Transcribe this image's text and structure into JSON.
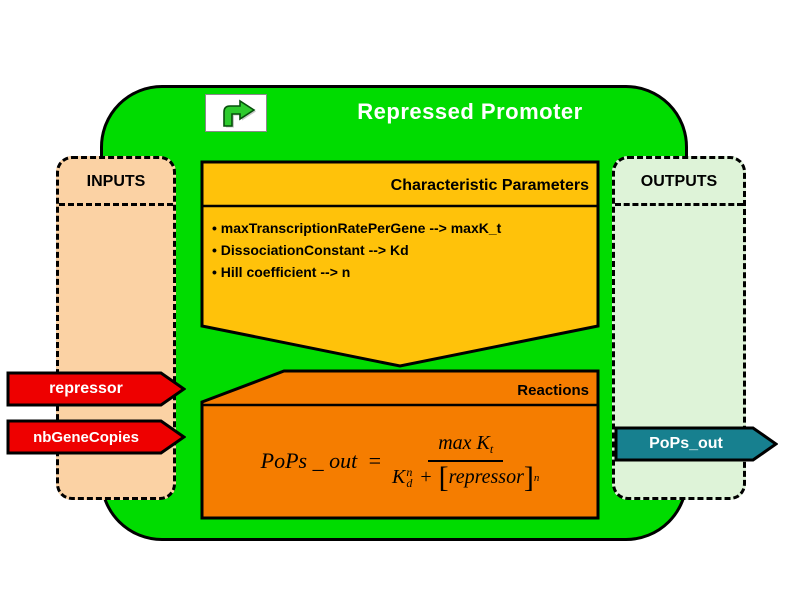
{
  "module": {
    "title": "Repressed Promoter",
    "icon": "bent-arrow-promoter-icon"
  },
  "inputs": {
    "title": "INPUTS",
    "ports": [
      {
        "label": "repressor"
      },
      {
        "label": "nbGeneCopies"
      }
    ]
  },
  "outputs": {
    "title": "OUTPUTS",
    "ports": [
      {
        "label": "PoPs_out"
      }
    ]
  },
  "parameters": {
    "title": "Characteristic Parameters",
    "items": [
      "• maxTranscriptionRatePerGene --> maxK_t",
      "• DissociationConstant --> Kd",
      "• Hill coefficient --> n"
    ]
  },
  "reactions": {
    "title": "Reactions",
    "formula": {
      "lhs": "PoPs _ out",
      "equals": "=",
      "numerator_base": "max K",
      "numerator_sub": "t",
      "denominator_base": "K",
      "denominator_sub": "d",
      "denominator_sup": "n",
      "plus": "+",
      "bracket_open": "[",
      "bracket_term": "repressor",
      "bracket_close": "]",
      "bracket_sup": "n"
    }
  },
  "colors": {
    "module_green": "#00dc00",
    "parameters_gold": "#ffc20a",
    "reactions_orange": "#f57d00",
    "inputs_peach": "#fbd2a4",
    "outputs_pale_green": "#def3d8",
    "input_port_red": "#ee0000",
    "output_port_teal": "#17808f"
  }
}
